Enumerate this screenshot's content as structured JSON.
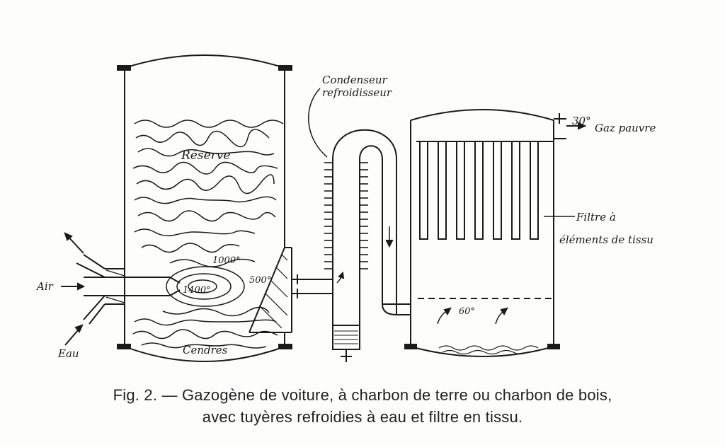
{
  "labels": {
    "condenser": [
      "Condenseur",
      "refroidisseur"
    ],
    "reserve": "Réserve",
    "t1000": "1000°",
    "t1400": "1400°",
    "t500": "500°",
    "cendres": "Cendres",
    "air": "Air",
    "eau": "Eau",
    "t60": "60°",
    "t30": "30°",
    "gaz_pauvre": "Gaz pauvre",
    "filtre": [
      "Filtre à",
      "éléments de tissu"
    ]
  },
  "caption": {
    "line1": "Fig. 2. — Gazogène de voiture, à charbon de terre ou charbon de bois,",
    "line2": "avec tuyères refroidies à eau et filtre en tissu."
  },
  "colors": {
    "ink": "#1a1a1a",
    "paper": "#fdfdfb"
  }
}
